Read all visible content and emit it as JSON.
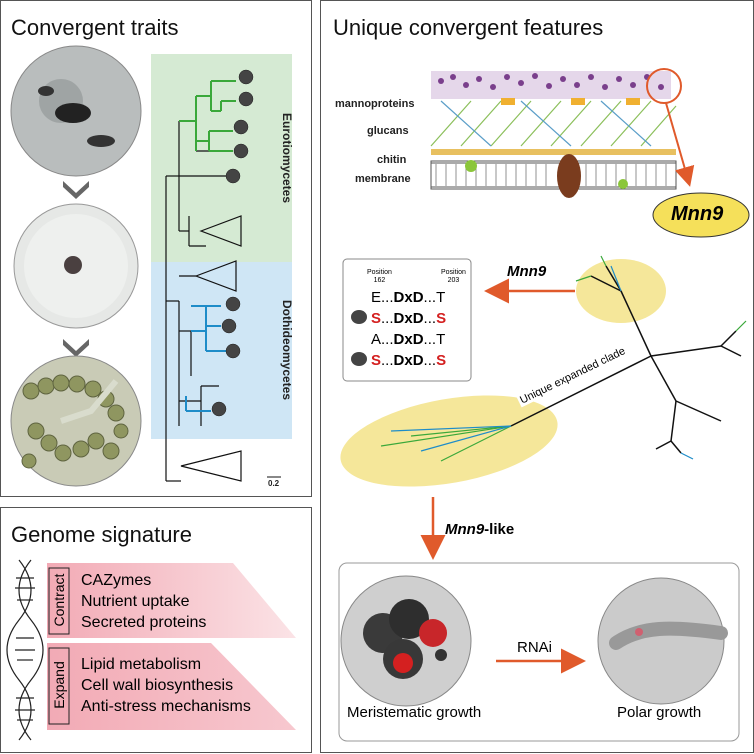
{
  "panels": {
    "convergent_traits": {
      "title": "Convergent traits",
      "clade_top": "Eurotiomycetes",
      "clade_bottom": "Dothideomycetes",
      "scale": "0.2"
    },
    "genome_signature": {
      "title": "Genome signature",
      "contract_label": "Contract",
      "contract_items": [
        "CAZymes",
        "Nutrient uptake",
        "Secreted proteins"
      ],
      "expand_label": "Expand",
      "expand_items": [
        "Lipid metabolism",
        "Cell wall biosynthesis",
        "Anti-stress mechanisms"
      ]
    },
    "unique_features": {
      "title": "Unique convergent features",
      "wall_layers": [
        "mannoproteins",
        "glucans",
        "chitin",
        "membrane"
      ],
      "mnn9_badge": "Mnn9",
      "mnn9_arrow_label": "Mnn9",
      "position_left": "Position",
      "position_left_num": "162",
      "position_right": "Position",
      "position_right_num": "203",
      "alignment_rows": [
        {
          "a": "E",
          "mid": "...",
          "motif": "DxD",
          "end": "...",
          "b": "T",
          "highlight": false
        },
        {
          "a": "S",
          "mid": "...",
          "motif": "DxD",
          "end": "...",
          "b": "S",
          "highlight": true
        },
        {
          "a": "A",
          "mid": "...",
          "motif": "DxD",
          "end": "...",
          "b": "T",
          "highlight": false
        },
        {
          "a": "S",
          "mid": "...",
          "motif": "DxD",
          "end": "...",
          "b": "S",
          "highlight": true
        }
      ],
      "clade_label": "Unique expanded clade",
      "mnn9_like_italic": "Mnn9",
      "mnn9_like_suffix": "-like",
      "rnai_label": "RNAi",
      "growth_left": "Meristematic growth",
      "growth_right": "Polar growth"
    }
  },
  "colors": {
    "eurotio_bg": "#d5ead3",
    "dothideo_bg": "#cfe6f5",
    "green_branch": "#3aa83a",
    "blue_branch": "#1e8cc8",
    "arrow_red": "#e05a2b",
    "highlight_red": "#d42020",
    "yellow_ellipse": "#f5e79a",
    "pink_triangle": "#f6c9cf"
  }
}
